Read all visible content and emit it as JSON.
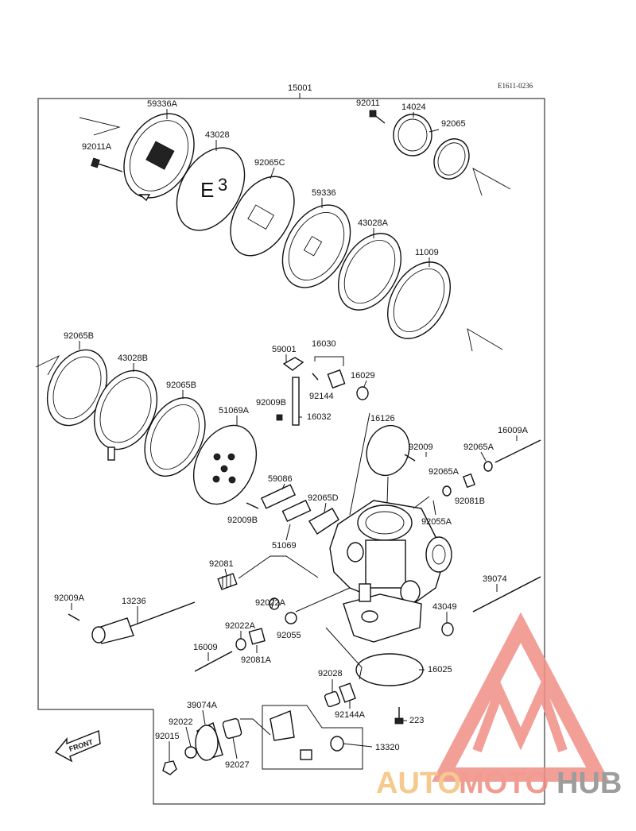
{
  "ref_code": "E1611-0236",
  "assembly_label": "15001",
  "front_label": "FRONT",
  "watermark": {
    "part1": "AUTO",
    "part2": "MOTO",
    "part3": "HUB",
    "color1": "#f5c07a",
    "color2": "#f08a7e",
    "color3": "#8c8c8c"
  },
  "parts": {
    "p92011": "92011",
    "p14024": "14024",
    "p92065": "92065",
    "p59336A": "59336A",
    "p43028": "43028",
    "p92011A": "92011A",
    "p92065C": "92065C",
    "p59336": "59336",
    "p43028A": "43028A",
    "p11009": "11009",
    "p92065B_1": "92065B",
    "p43028B": "43028B",
    "p92065B_2": "92065B",
    "p51069A": "51069A",
    "p59001": "59001",
    "p16030": "16030",
    "p16029": "16029",
    "p92144": "92144",
    "p92009B_1": "92009B",
    "p16032": "16032",
    "p16126": "16126",
    "p92009_1": "92009",
    "p16009A": "16009A",
    "p92065A_1": "92065A",
    "p92065A_2": "92065A",
    "p92081B": "92081B",
    "p59086": "59086",
    "p92065D": "92065D",
    "p92009B_2": "92009B",
    "p51069": "51069",
    "p92055A": "92055A",
    "p92081": "92081",
    "p39074": "39074",
    "p92009A": "92009A",
    "p13236": "13236",
    "p92022A_1": "92022A",
    "p92022A_2": "92022A",
    "p92055": "92055",
    "p43049": "43049",
    "p92081A": "92081A",
    "p16009": "16009",
    "p92028": "92028",
    "p16025": "16025",
    "p92144A": "92144A",
    "p223": "223",
    "p39074A": "39074A",
    "p92022": "92022",
    "p92015": "92015",
    "p92027": "92027",
    "p13320": "13320"
  }
}
